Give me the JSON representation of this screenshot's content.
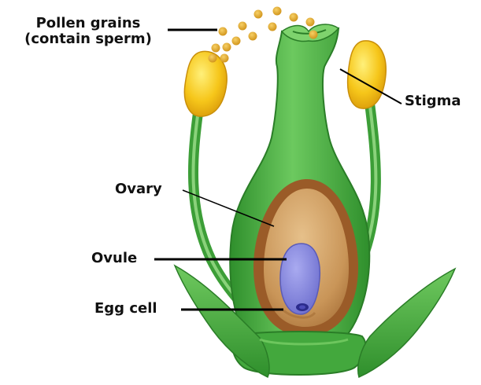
{
  "labels": {
    "pollen_line1": "Pollen grains",
    "pollen_line2": "(contain sperm)",
    "stigma": "Stigma",
    "ovary": "Ovary",
    "ovule": "Ovule",
    "egg_cell": "Egg cell"
  },
  "colors": {
    "stem_green": "#4fb548",
    "stem_dark": "#2f8f2c",
    "stem_light": "#8fd67f",
    "anther_yellow": "#f6c61a",
    "anther_light": "#ffe870",
    "ovary_brown": "#9a5b28",
    "ovary_tan": "#d4a66a",
    "ovule_blue": "#8c8fe0",
    "egg_dark": "#3a3aa0",
    "pollen": "#e3a92c",
    "leader_line": "#000000"
  }
}
